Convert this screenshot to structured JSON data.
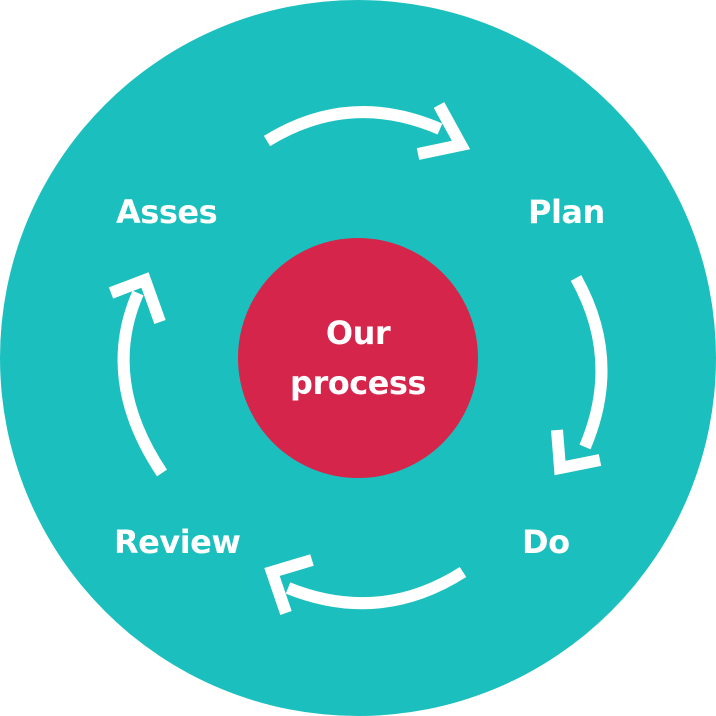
{
  "colors": {
    "outer": "#1bbfbd",
    "center": "#d6254a",
    "text": "#ffffff",
    "arrow": "#ffffff"
  },
  "center": {
    "line1": "Our",
    "line2": "process"
  },
  "steps": [
    {
      "label": "Asses"
    },
    {
      "label": "Plan"
    },
    {
      "label": "Do"
    },
    {
      "label": "Review"
    }
  ],
  "icons": [
    "arrow-asses-to-plan-icon",
    "arrow-plan-to-do-icon",
    "arrow-do-to-review-icon",
    "arrow-review-to-asses-icon"
  ]
}
